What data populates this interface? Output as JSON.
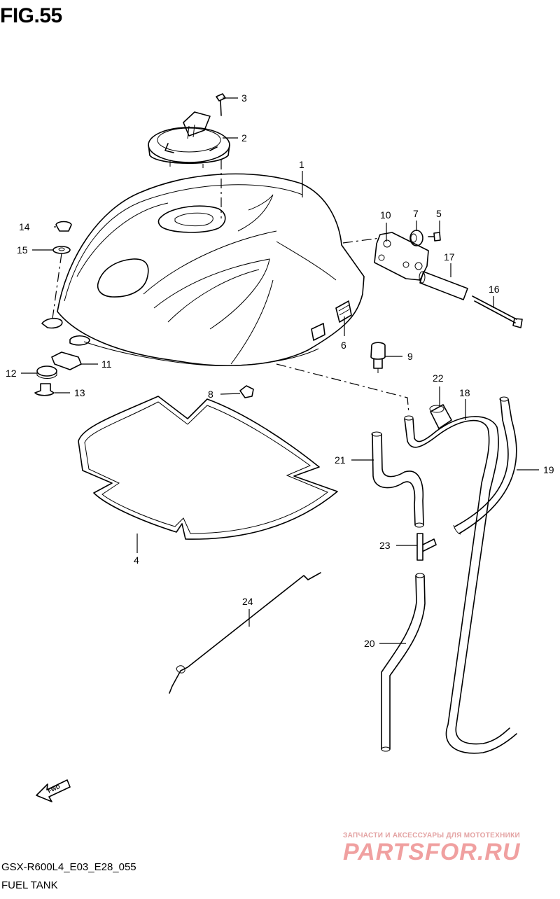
{
  "figure": {
    "title": "FIG.55"
  },
  "callouts": {
    "c1": "1",
    "c2": "2",
    "c3": "3",
    "c4": "4",
    "c5": "5",
    "c6": "6",
    "c7": "7",
    "c8": "8",
    "c9": "9",
    "c10": "10",
    "c11": "11",
    "c12": "12",
    "c13": "13",
    "c14": "14",
    "c15": "15",
    "c16": "16",
    "c17": "17",
    "c18": "18",
    "c19": "19",
    "c20": "20",
    "c21": "21",
    "c22": "22",
    "c23": "23",
    "c24": "24"
  },
  "fwd_label": "FWD",
  "footer": {
    "model_code": "GSX-R600L4_E03_E28_055",
    "caption": "FUEL TANK"
  },
  "watermark": {
    "tagline": "ЗАПЧАСТИ И АКСЕССУАРЫ ДЛЯ МОТОТЕХНИКИ",
    "brand": "PARTSFOR.RU",
    "color": "#f0a0a0"
  }
}
